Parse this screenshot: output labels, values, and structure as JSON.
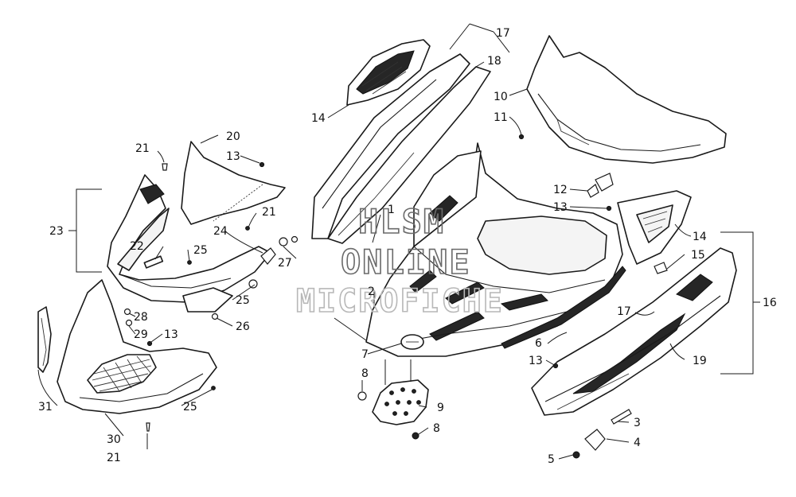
{
  "watermark": {
    "line1": "HLSM",
    "line2": "ONLINE",
    "line3": "MICROFICHE"
  },
  "callouts": {
    "c1": "1",
    "c2": "2",
    "c3": "3",
    "c4": "4",
    "c5": "5",
    "c6": "6",
    "c7": "7",
    "c8a": "8",
    "c8b": "8",
    "c9": "9",
    "c10": "10",
    "c11": "11",
    "c12": "12",
    "c13a": "13",
    "c13b": "13",
    "c13c": "13",
    "c13d": "13",
    "c14a": "14",
    "c14b": "14",
    "c15": "15",
    "c16": "16",
    "c17a": "17",
    "c17b": "17",
    "c18": "18",
    "c19": "19",
    "c20": "20",
    "c21a": "21",
    "c21b": "21",
    "c21c": "21",
    "c22": "22",
    "c23": "23",
    "c24": "24",
    "c25a": "25",
    "c25b": "25",
    "c25c": "25",
    "c26": "26",
    "c27": "27",
    "c28": "28",
    "c29": "29",
    "c30": "30",
    "c31": "31"
  }
}
